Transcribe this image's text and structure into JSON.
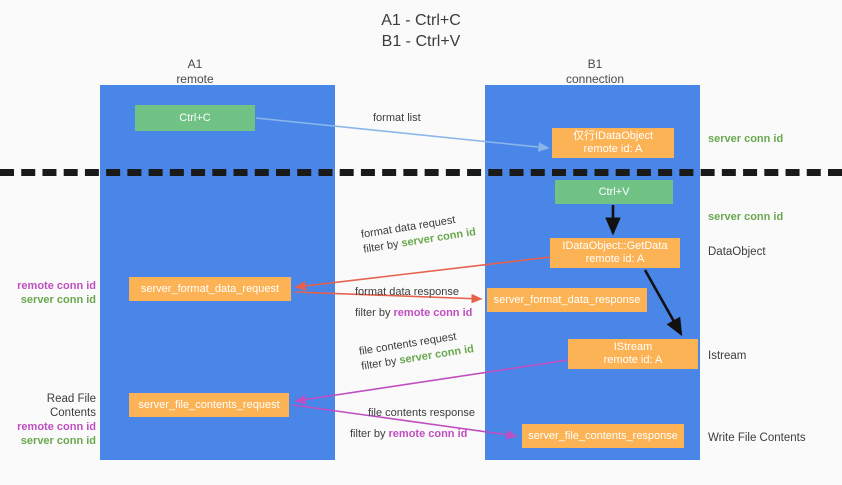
{
  "title": {
    "line1": "A1 - Ctrl+C",
    "line2": "B1 - Ctrl+V"
  },
  "lanes": [
    {
      "name": "A1",
      "sub": "remote"
    },
    {
      "name": "B1",
      "sub": "connection"
    }
  ],
  "boxes": {
    "ctrl_c": {
      "line1": "Ctrl+C",
      "color": "#71c285"
    },
    "idataobject": {
      "line1": "仅行IDataObject",
      "line2": "remote id: A",
      "color": "#fbb356"
    },
    "ctrl_v": {
      "line1": "Ctrl+V",
      "color": "#71c285"
    },
    "getdata": {
      "line1": "IDataObject::GetData",
      "line2": "remote id: A",
      "color": "#fbb356"
    },
    "server_format_data_request": {
      "line1": "server_format_data_request",
      "color": "#fbb356"
    },
    "server_format_data_response": {
      "line1": "server_format_data_response",
      "color": "#fbb356"
    },
    "istream": {
      "line1": "IStream",
      "line2": "remote id: A",
      "color": "#fbb356"
    },
    "server_file_contents_request": {
      "line1": "server_file_contents_request",
      "color": "#fbb356"
    },
    "server_file_contents_response": {
      "line1": "server_file_contents_response",
      "color": "#fbb356"
    }
  },
  "connectors": {
    "format_list": {
      "label": "format list"
    },
    "format_data_request": {
      "line1": "format data request",
      "filter_prefix": "filter by ",
      "filter_value": "server conn id"
    },
    "format_data_response": {
      "line1": "format data response",
      "filter_prefix": "filter by ",
      "filter_value": "remote conn id"
    },
    "file_contents_request": {
      "line1": "file contents request",
      "filter_prefix": "filter by ",
      "filter_value": "server conn id"
    },
    "file_contents_response": {
      "line1": "file contents response",
      "filter_prefix": "filter by ",
      "filter_value": "remote conn id"
    }
  },
  "annotations": {
    "right": {
      "server_conn_id_top": "server conn id",
      "server_conn_id_mid": "server conn id",
      "dataobject": "DataObject",
      "istream": "Istream",
      "write_file_contents": "Write File Contents"
    },
    "left": {
      "remote_conn_id_1": "remote conn id",
      "server_conn_id_1": "server conn id",
      "read_file_contents": "Read File Contents",
      "remote_conn_id_2": "remote conn id",
      "server_conn_id_2": "server conn id"
    }
  },
  "colors": {
    "lane": "#4a86e8",
    "green_text": "#6aa84f",
    "purple_text": "#c04ec0",
    "arrow_blue": "#8ab6e8",
    "arrow_red": "#e8614c",
    "arrow_magenta": "#c04ec0",
    "arrow_black": "#111111",
    "box_green": "#71c285",
    "box_orange": "#fbb356"
  }
}
